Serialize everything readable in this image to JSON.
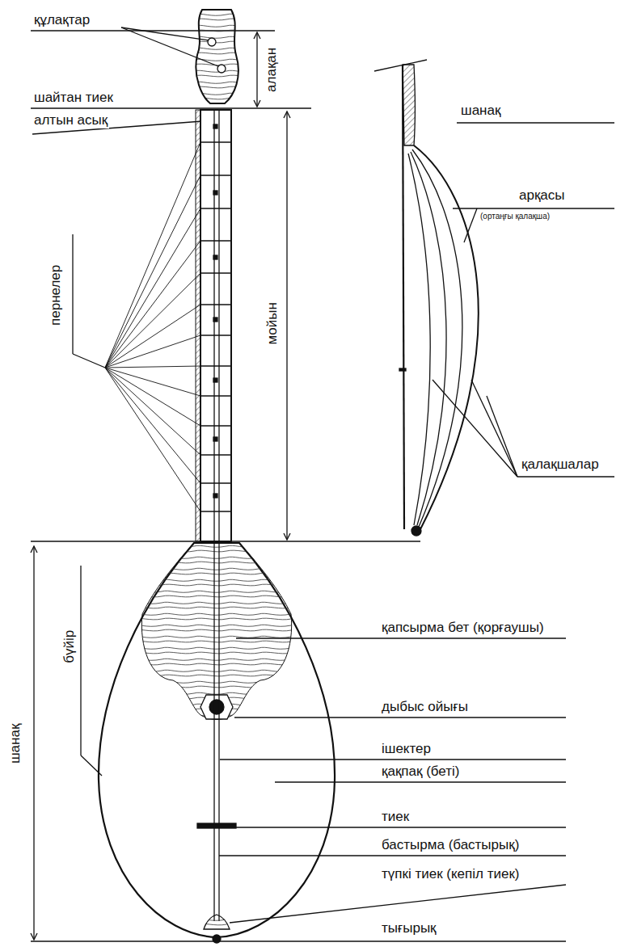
{
  "diagram": {
    "labels": [
      "құлақтар",
      "алақан",
      "шайтан тиек",
      "алтын асық",
      "пернелер",
      "мойын",
      "шанақ",
      "бүйір",
      "қапсырма бет (қорғаушы)",
      "дыбыс ойығы",
      "ішектер",
      "қақпақ (беті)",
      "тиек",
      "бастырма (бастырық)",
      "түпкі тиек (кепіл тиек)",
      "тығырық",
      "шанақ",
      "арқасы",
      "(ортаңғы қалақша)",
      "қалақшалар"
    ]
  }
}
